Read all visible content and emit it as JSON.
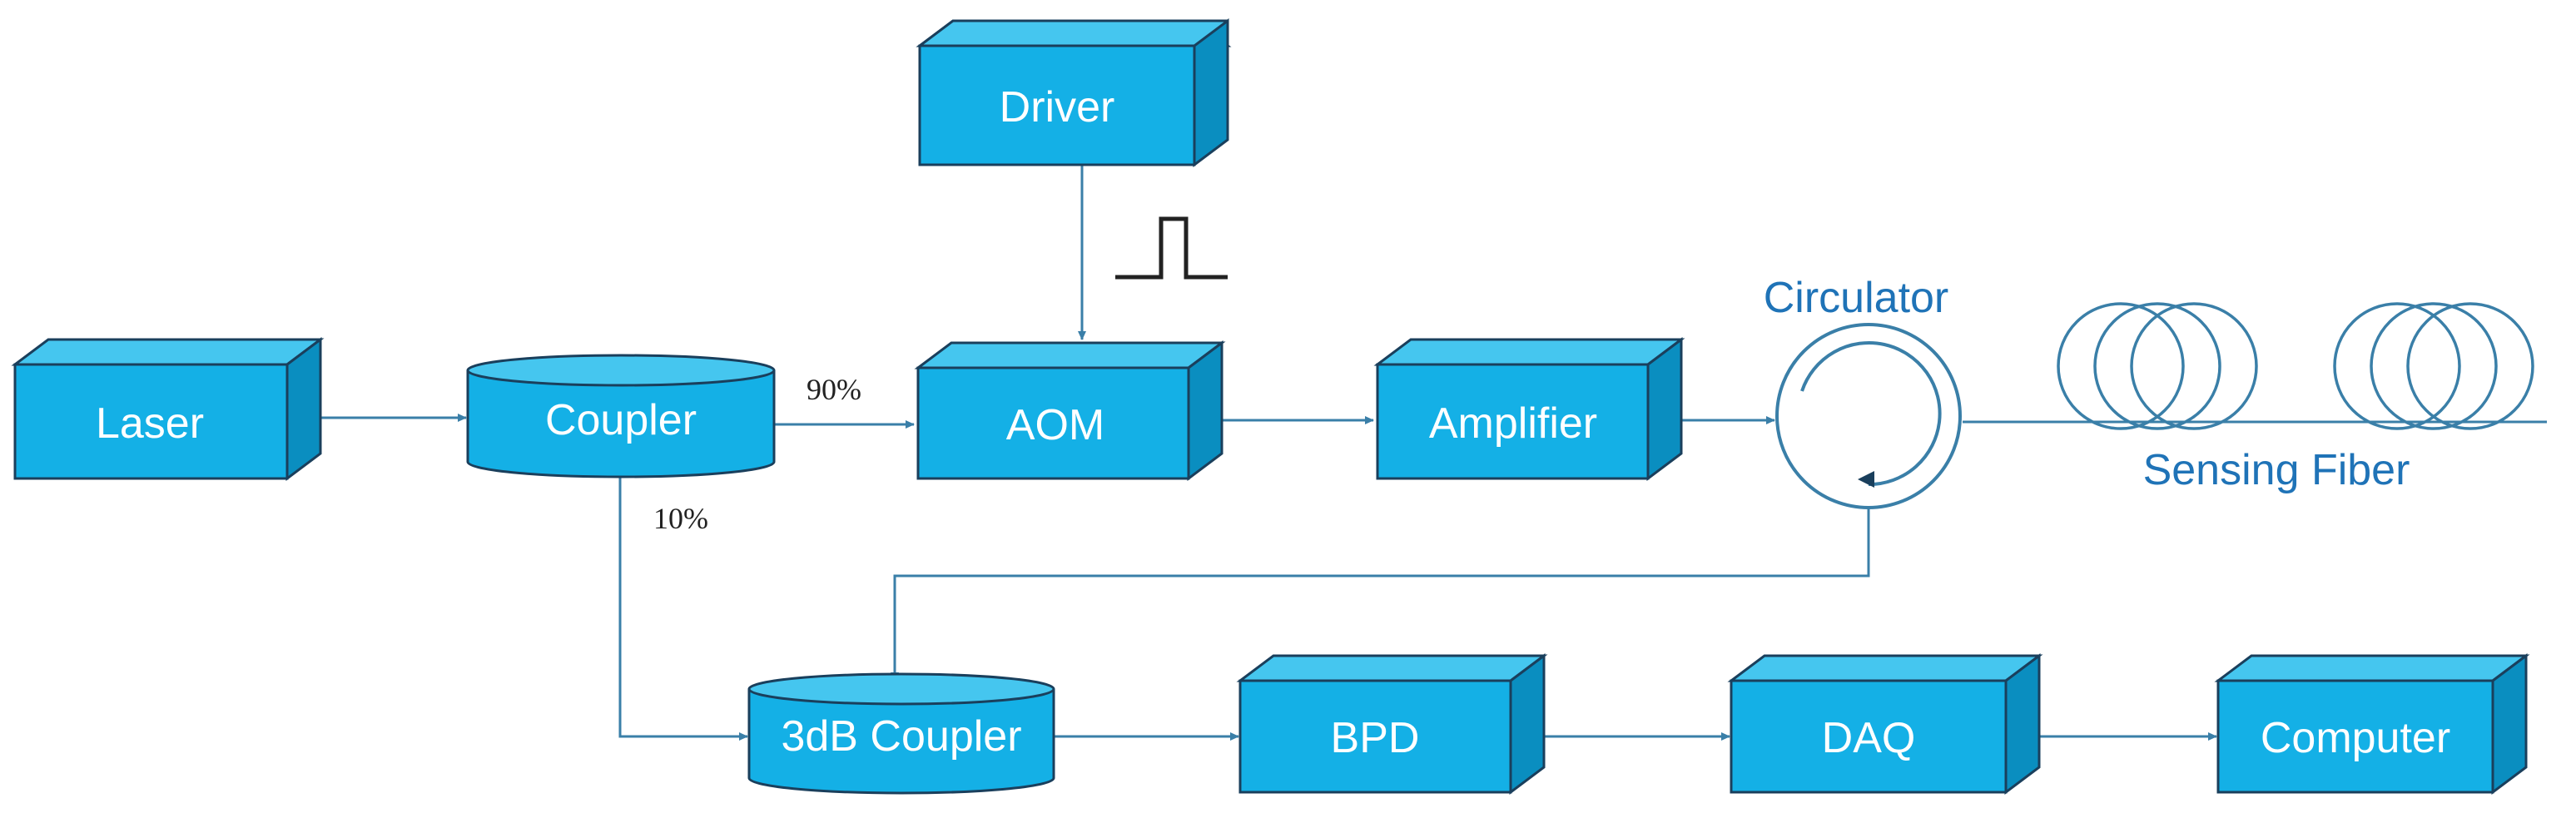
{
  "colors": {
    "box_front": "#14b0e6",
    "box_top": "#45c6ef",
    "box_side": "#0a8ec0",
    "box_stroke": "#1a3f5c",
    "line": "#3a7fa8",
    "blue_text": "#1f73b7"
  },
  "blocks": {
    "driver": "Driver",
    "laser": "Laser",
    "coupler": "Coupler",
    "aom": "AOM",
    "amplifier": "Amplifier",
    "coupler_3db": "3dB Coupler",
    "bpd": "BPD",
    "daq": "DAQ",
    "computer": "Computer"
  },
  "labels": {
    "circulator": "Circulator",
    "sensing_fiber": "Sensing Fiber",
    "split_90": "90%",
    "split_10": "10%"
  }
}
